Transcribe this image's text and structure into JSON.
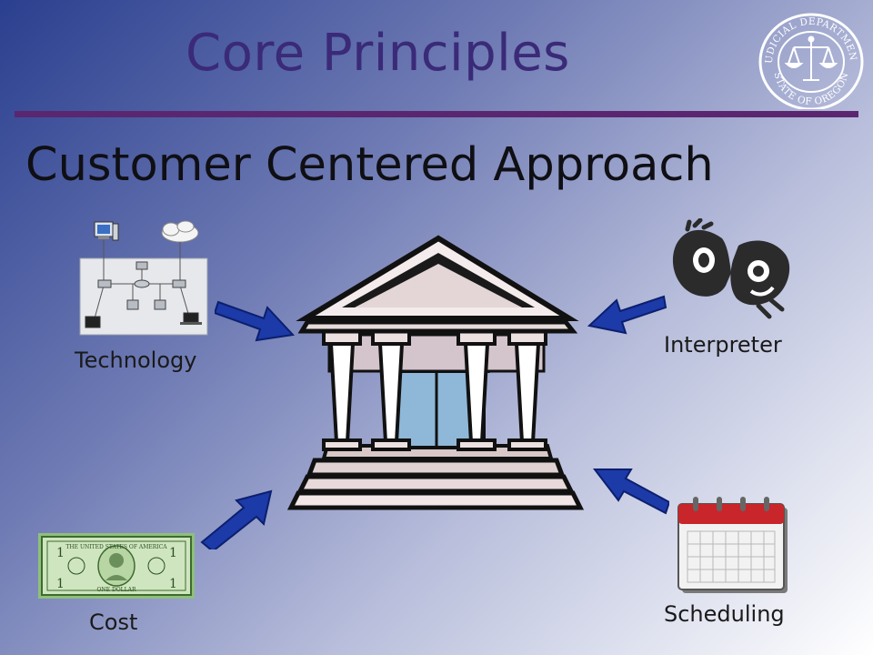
{
  "slide": {
    "title": "Core Principles",
    "subtitle": "Customer Centered Approach"
  },
  "seal": {
    "top_text": "JUDICIAL DEPARTMENT",
    "bottom_text": "STATE OF OREGON"
  },
  "items": {
    "technology": "Technology",
    "interpreter": "Interpreter",
    "cost": "Cost",
    "scheduling": "Scheduling"
  },
  "colors": {
    "title": "#3a2a78",
    "rule": "#5a2670",
    "arrow": "#1c3aa8"
  },
  "icons": [
    "seal-icon",
    "network-diagram-icon",
    "sign-language-hands-icon",
    "dollar-bill-icon",
    "calendar-icon",
    "courthouse-icon",
    "arrow-icon"
  ]
}
